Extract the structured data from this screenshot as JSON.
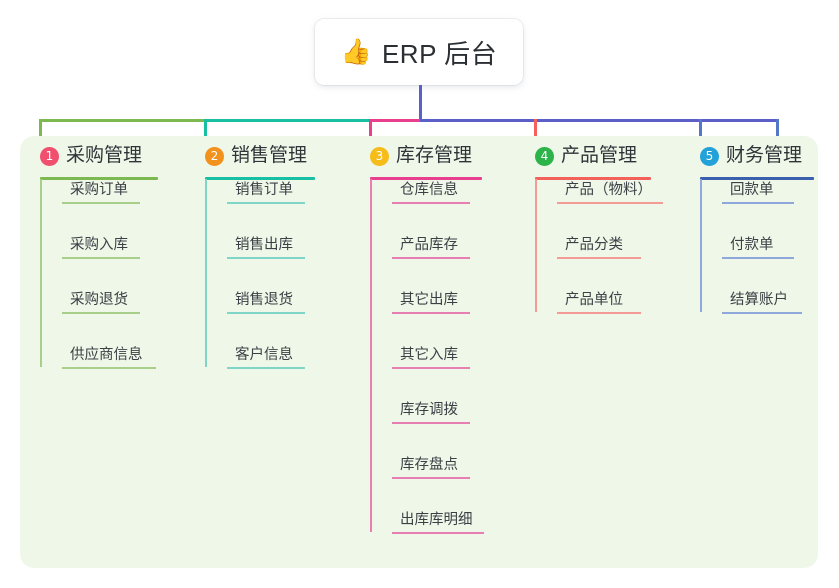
{
  "root": {
    "icon": "thumbs-up-icon",
    "emoji": "👍",
    "title": "ERP 后台"
  },
  "panel": {
    "background_color": "#eff7e9"
  },
  "connector_colors": {
    "segment_1": "#7cb950",
    "segment_2": "#19bfa3",
    "segment_3": "#e8408f",
    "segment_4": "#5b5fc7",
    "drop_1": "#7cb950",
    "drop_2": "#19bfa3",
    "drop_3": "#e8408f",
    "drop_4": "#f4605a",
    "drop_5": "#5577c9",
    "root_drop": "#5b5fc7"
  },
  "columns": [
    {
      "index": "1",
      "title": "采购管理",
      "badge_color": "#f0506e",
      "rule_color": "#7cb950",
      "line_color": "#a8cf8a",
      "rule_width": 118,
      "items": [
        {
          "label": "采购订单",
          "rule_width": 78
        },
        {
          "label": "采购入库",
          "rule_width": 78
        },
        {
          "label": "采购退货",
          "rule_width": 78
        },
        {
          "label": "供应商信息",
          "rule_width": 94
        }
      ]
    },
    {
      "index": "2",
      "title": "销售管理",
      "badge_color": "#f2921d",
      "rule_color": "#19bfa3",
      "line_color": "#7fd5c6",
      "rule_width": 110,
      "items": [
        {
          "label": "销售订单",
          "rule_width": 78
        },
        {
          "label": "销售出库",
          "rule_width": 78
        },
        {
          "label": "销售退货",
          "rule_width": 78
        },
        {
          "label": "客户信息",
          "rule_width": 78
        }
      ]
    },
    {
      "index": "3",
      "title": "库存管理",
      "badge_color": "#f5bc1a",
      "rule_color": "#e8408f",
      "line_color": "#e87fb3",
      "rule_width": 112,
      "items": [
        {
          "label": "仓库信息",
          "rule_width": 78
        },
        {
          "label": "产品库存",
          "rule_width": 78
        },
        {
          "label": "其它出库",
          "rule_width": 78
        },
        {
          "label": "其它入库",
          "rule_width": 78
        },
        {
          "label": "库存调拨",
          "rule_width": 78
        },
        {
          "label": "库存盘点",
          "rule_width": 78
        },
        {
          "label": "出库库明细",
          "rule_width": 92
        }
      ]
    },
    {
      "index": "4",
      "title": "产品管理",
      "badge_color": "#2cb34a",
      "rule_color": "#f4605a",
      "line_color": "#f59b96",
      "rule_width": 116,
      "items": [
        {
          "label": "产品（物料）",
          "rule_width": 106
        },
        {
          "label": "产品分类",
          "rule_width": 84
        },
        {
          "label": "产品单位",
          "rule_width": 84
        }
      ]
    },
    {
      "index": "5",
      "title": "财务管理",
      "badge_color": "#22a2d9",
      "rule_color": "#3a5fad",
      "line_color": "#8fa8dc",
      "rule_width": 114,
      "items": [
        {
          "label": "回款单",
          "rule_width": 72
        },
        {
          "label": "付款单",
          "rule_width": 72
        },
        {
          "label": "结算账户",
          "rule_width": 80
        }
      ]
    }
  ]
}
